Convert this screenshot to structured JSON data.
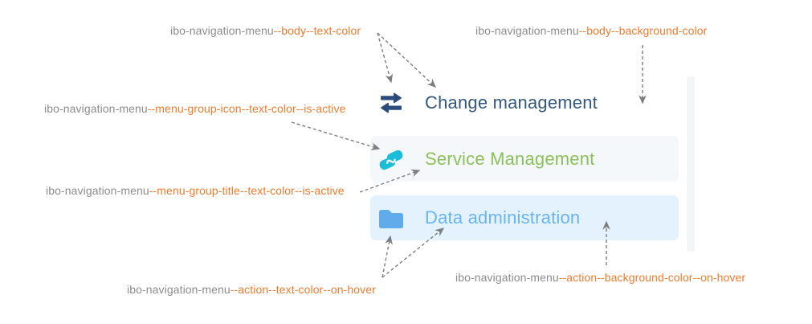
{
  "annotations": [
    {
      "prefix": "ibo-navigation-menu",
      "token": "--body--text-color"
    },
    {
      "prefix": "ibo-navigation-menu",
      "token": "--body--background-color"
    },
    {
      "prefix": "ibo-navigation-menu",
      "token": "--menu-group-icon--text-color--is-active"
    },
    {
      "prefix": "ibo-navigation-menu",
      "token": "--menu-group-title--text-color--is-active"
    },
    {
      "prefix": "ibo-navigation-menu",
      "token": "--action--text-color--on-hover"
    },
    {
      "prefix": "ibo-navigation-menu",
      "token": "--action--background-color--on-hover"
    }
  ],
  "menu": {
    "items": [
      {
        "label": "Change management",
        "icon": "exchange-arrows-icon",
        "state": "default"
      },
      {
        "label": "Service Management",
        "icon": "handshake-icon",
        "state": "is-active"
      },
      {
        "label": "Data administration",
        "icon": "folder-icon",
        "state": "on-hover"
      }
    ]
  },
  "colors": {
    "annotation_prefix_gray": "#8c8c8c",
    "annotation_token_orange": "#ee7b2e",
    "arrow_gray": "#7e7e7e",
    "body_text_color": "#33587f",
    "body_icon_color": "#2a4b7c",
    "body_background_color": "#ffffff",
    "menu_group_icon_text_color_is_active": "#1abcd8",
    "menu_group_title_text_color_is_active": "#8cc05a",
    "action_text_color_on_hover": "#69b4f0",
    "action_icon_color_on_hover": "#60aceb",
    "action_background_color_on_hover": "#e4f2fd",
    "active_row_background": "#f5f8fa",
    "scroll_strip": "#f4f5f7"
  }
}
